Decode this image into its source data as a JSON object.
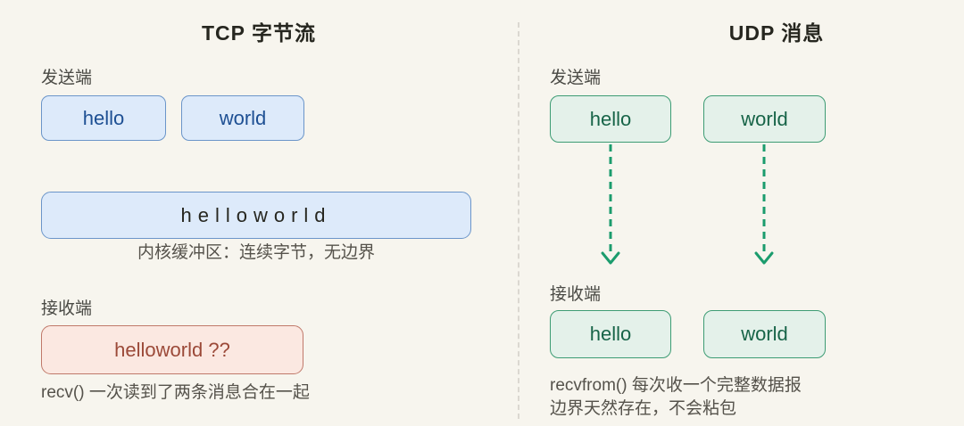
{
  "tcp": {
    "title": "TCP 字节流",
    "sender_label": "发送端",
    "send_messages": [
      "hello",
      "world"
    ],
    "buffer_text": "helloworld",
    "buffer_caption": "内核缓冲区：连续字节，无边界",
    "receiver_label": "接收端",
    "received_text": "helloworld ??",
    "receive_caption": "recv() 一次读到了两条消息合在一起"
  },
  "udp": {
    "title": "UDP 消息",
    "sender_label": "发送端",
    "send_messages": [
      "hello",
      "world"
    ],
    "receiver_label": "接收端",
    "received_messages": [
      "hello",
      "world"
    ],
    "receive_caption_line1": "recvfrom() 每次收一个完整数据报",
    "receive_caption_line2": "边界天然存在，不会粘包"
  },
  "colors": {
    "background": "#f7f5ee",
    "divider": "#dbd8d1",
    "title_text": "#26261f",
    "label_text": "#4a4a45",
    "caption_text": "#55524b",
    "tcp_box_bg": "#ddeafa",
    "tcp_box_border": "#6b95c9",
    "tcp_box_text": "#1d4f93",
    "buffer_box_text": "#26261f",
    "recv_box_bg": "#fbe8e1",
    "recv_box_border": "#c0796a",
    "recv_box_text": "#9b4938",
    "udp_box_bg": "#e4f1ea",
    "udp_box_border": "#3d9c74",
    "udp_box_text": "#176448",
    "arrow": "#1b9c6d"
  }
}
